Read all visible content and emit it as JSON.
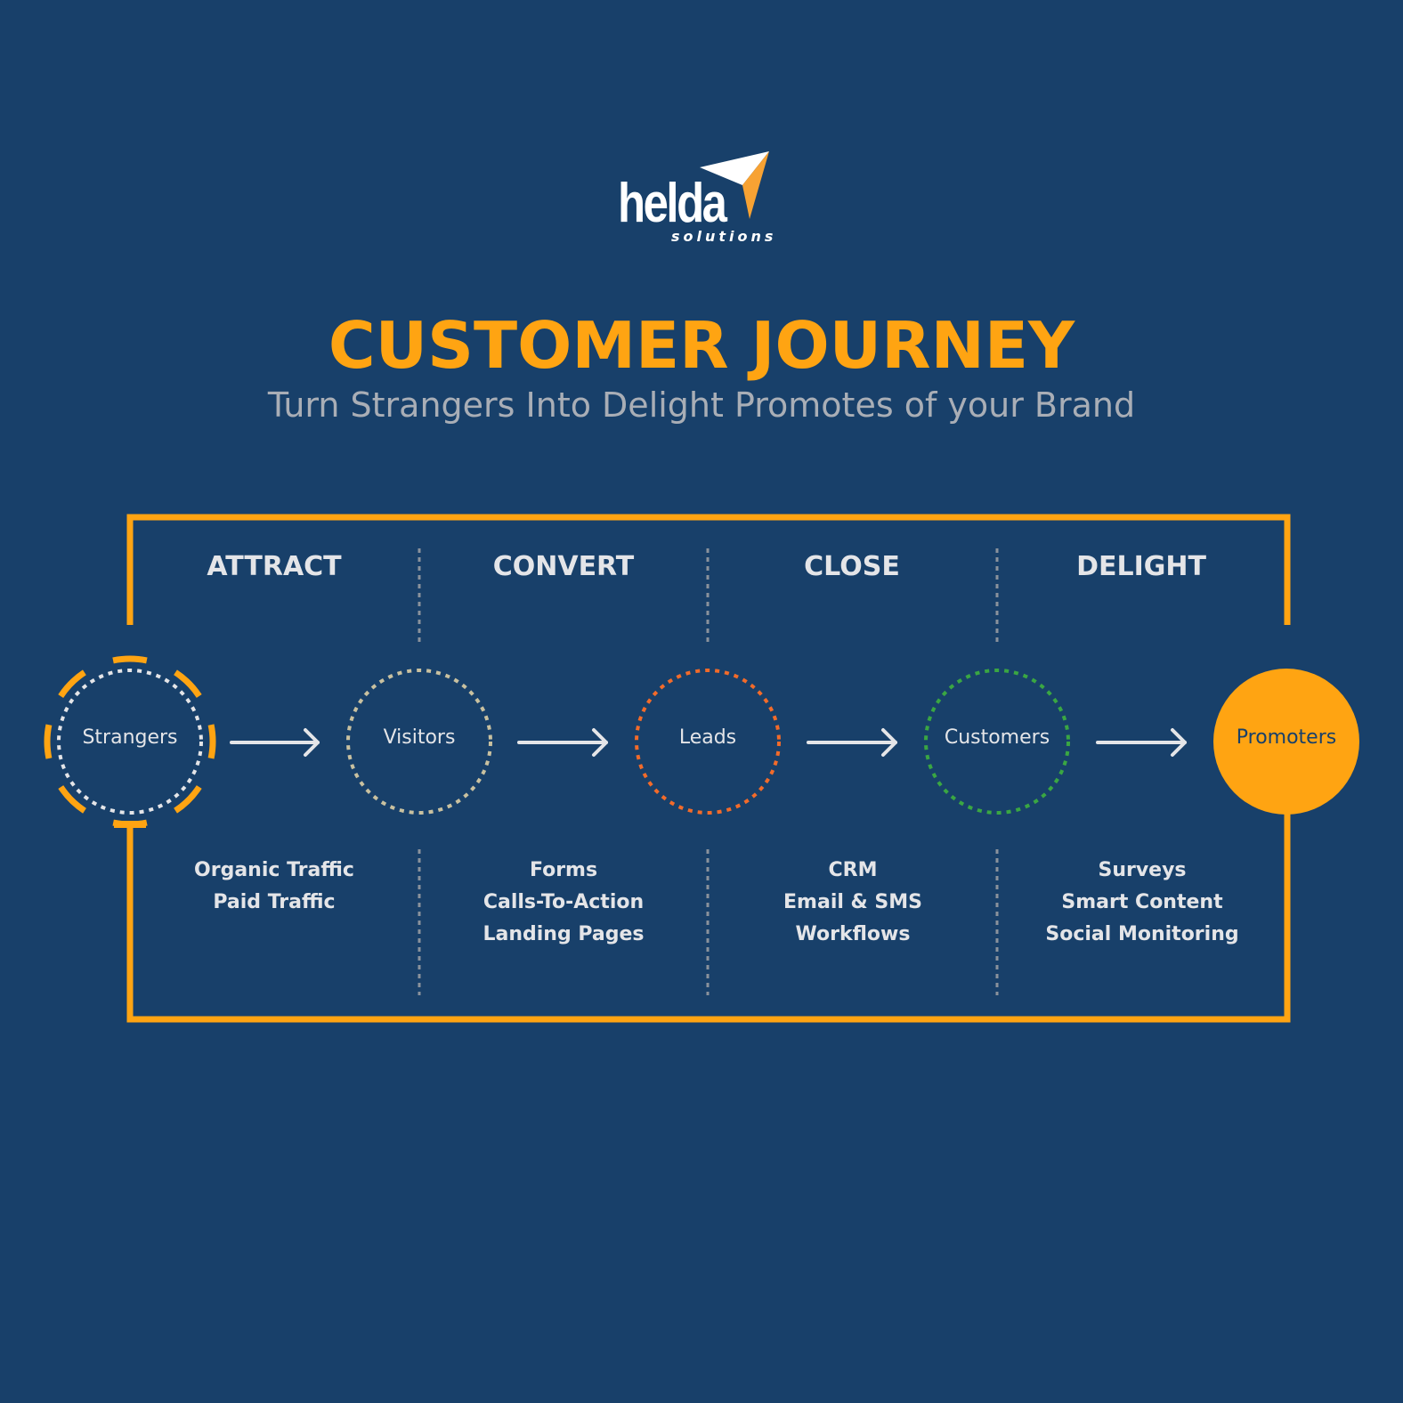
{
  "brand": {
    "name": "helda",
    "tagline": "solutions",
    "logo_icon": "paper-plane-arrow-icon"
  },
  "header": {
    "title": "CUSTOMER JOURNEY",
    "subtitle": "Turn Strangers Into Delight Promotes of your Brand"
  },
  "colors": {
    "background": "#18406a",
    "accent": "#ffa412",
    "text_light": "#e4e5e8",
    "subtitle": "#a9aeb6",
    "divider": "#8a929c",
    "visitors_ring": "#c9c1a0",
    "leads_ring": "#f26b2a",
    "customers_ring": "#3aa643",
    "strangers_ring": "#e4e5e8"
  },
  "stages": [
    {
      "label": "ATTRACT",
      "tools": [
        "Organic Traffic",
        "Paid Traffic"
      ]
    },
    {
      "label": "CONVERT",
      "tools": [
        "Forms",
        "Calls-To-Action",
        "Landing Pages"
      ]
    },
    {
      "label": "CLOSE",
      "tools": [
        "CRM",
        "Email & SMS",
        "Workflows"
      ]
    },
    {
      "label": "DELIGHT",
      "tools": [
        "Surveys",
        "Smart Content",
        "Social Monitoring"
      ]
    }
  ],
  "nodes": [
    {
      "label": "Strangers",
      "style": "dotted-with-dashed-outer-ring"
    },
    {
      "label": "Visitors",
      "style": "dotted"
    },
    {
      "label": "Leads",
      "style": "dotted"
    },
    {
      "label": "Customers",
      "style": "dotted"
    },
    {
      "label": "Promoters",
      "style": "filled"
    }
  ],
  "connectors": [
    "arrow-right-icon",
    "arrow-right-icon",
    "arrow-right-icon",
    "arrow-right-icon"
  ]
}
